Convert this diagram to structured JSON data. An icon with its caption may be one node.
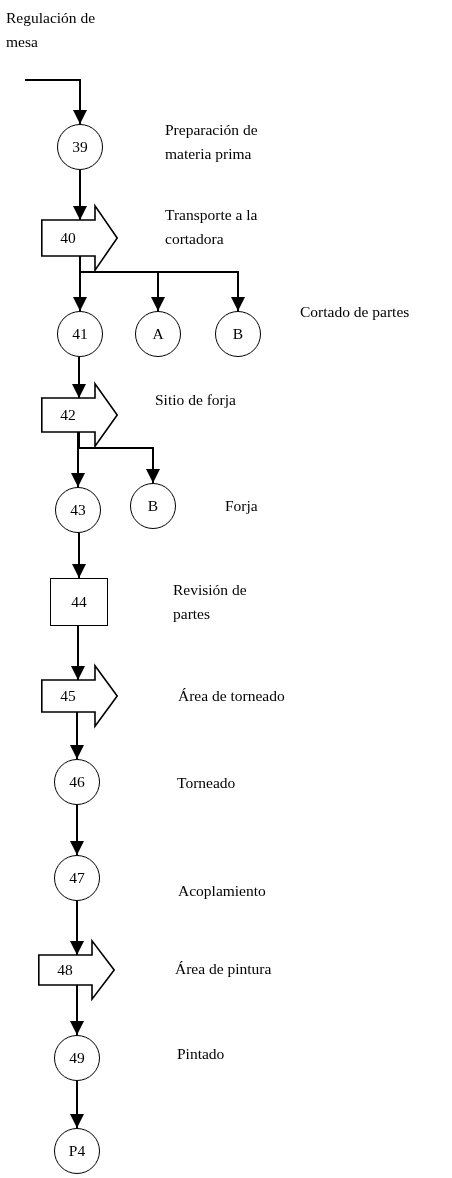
{
  "diagram": {
    "nodes": [
      {
        "text": [
          "39"
        ]
      },
      {
        "text": [
          "40"
        ]
      },
      {
        "text": [
          "41"
        ]
      },
      {
        "text": [
          "A"
        ]
      },
      {
        "text": [
          "B"
        ]
      },
      {
        "text": [
          "42"
        ]
      },
      {
        "text": [
          "43"
        ]
      },
      {
        "text": [
          "B"
        ]
      },
      {
        "text": [
          "44"
        ]
      },
      {
        "text": [
          "45"
        ]
      },
      {
        "text": [
          "46"
        ]
      },
      {
        "text": [
          "47"
        ]
      },
      {
        "text": [
          "48"
        ]
      },
      {
        "text": [
          "49"
        ]
      },
      {
        "text": [
          "P4"
        ]
      }
    ],
    "edges": [
      {
        "from": null,
        "to": 0,
        "arrow": "to"
      },
      {
        "from": 0,
        "to": 1,
        "arrow": "to"
      },
      {
        "from": 1,
        "to": 2,
        "arrow": "to"
      },
      {
        "from": 1,
        "to": 3,
        "arrow": "to"
      },
      {
        "from": 1,
        "to": 4,
        "arrow": "to"
      },
      {
        "from": 2,
        "to": 5,
        "arrow": "to"
      },
      {
        "from": 5,
        "to": 6,
        "arrow": "to"
      },
      {
        "from": 5,
        "to": 7,
        "arrow": "to"
      },
      {
        "from": 6,
        "to": 8,
        "arrow": "to"
      },
      {
        "from": 8,
        "to": 9,
        "arrow": "to"
      },
      {
        "from": 9,
        "to": 10,
        "arrow": "to"
      },
      {
        "from": 10,
        "to": 11,
        "arrow": "to"
      },
      {
        "from": 11,
        "to": 12,
        "arrow": "to"
      },
      {
        "from": 12,
        "to": 13,
        "arrow": "to"
      },
      {
        "from": 13,
        "to": 14,
        "arrow": "to"
      }
    ],
    "labels": [
      "Regulación de mesa",
      "Preparación de materia prima",
      "Transporte a la cortadora",
      "Cortado de partes",
      "Sitio de forja",
      "Forja",
      "Revisión de partes",
      "Área de torneado",
      "Torneado",
      "Acoplamiento",
      "Área de pintura",
      "Pintado"
    ]
  }
}
